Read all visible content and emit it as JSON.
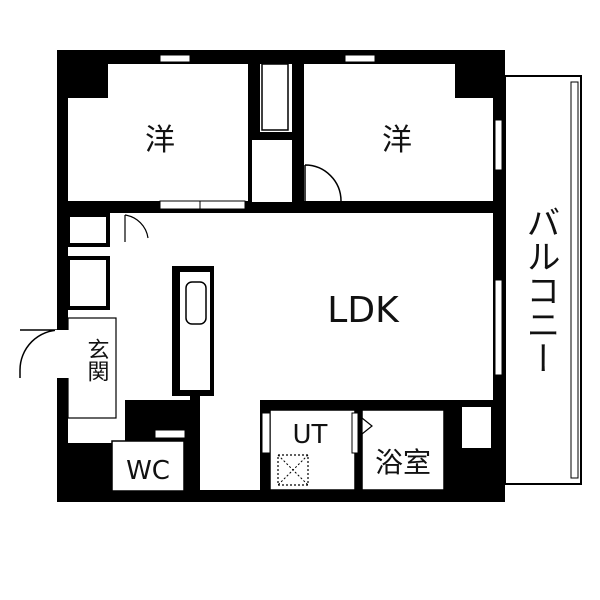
{
  "rooms": {
    "western_room_1": "洋",
    "western_room_2": "洋",
    "ldk": "LDK",
    "entrance": "玄関",
    "wc": "WC",
    "utility": "UT",
    "bathroom": "浴室",
    "balcony": "バルコニー"
  }
}
